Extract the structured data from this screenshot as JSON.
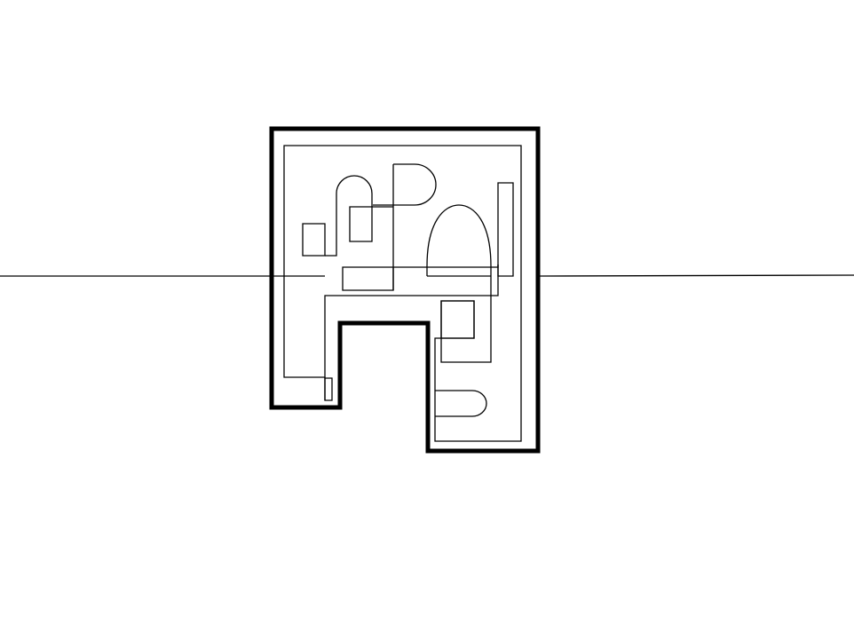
{
  "diagram": {
    "background_color": "#ffffff",
    "stroke_color": "#000000",
    "elements": [
      "horizontal-line",
      "outer-boundary",
      "inner-route",
      "small-rectangle-left",
      "small-rectangle-center",
      "long-horizontal-rectangle",
      "round-top-rectangle",
      "half-round-shape",
      "tall-dome",
      "tall-narrow-rectangle",
      "lower-square",
      "bottom-rounded-tab",
      "bottom-left-small-rectangle"
    ]
  }
}
